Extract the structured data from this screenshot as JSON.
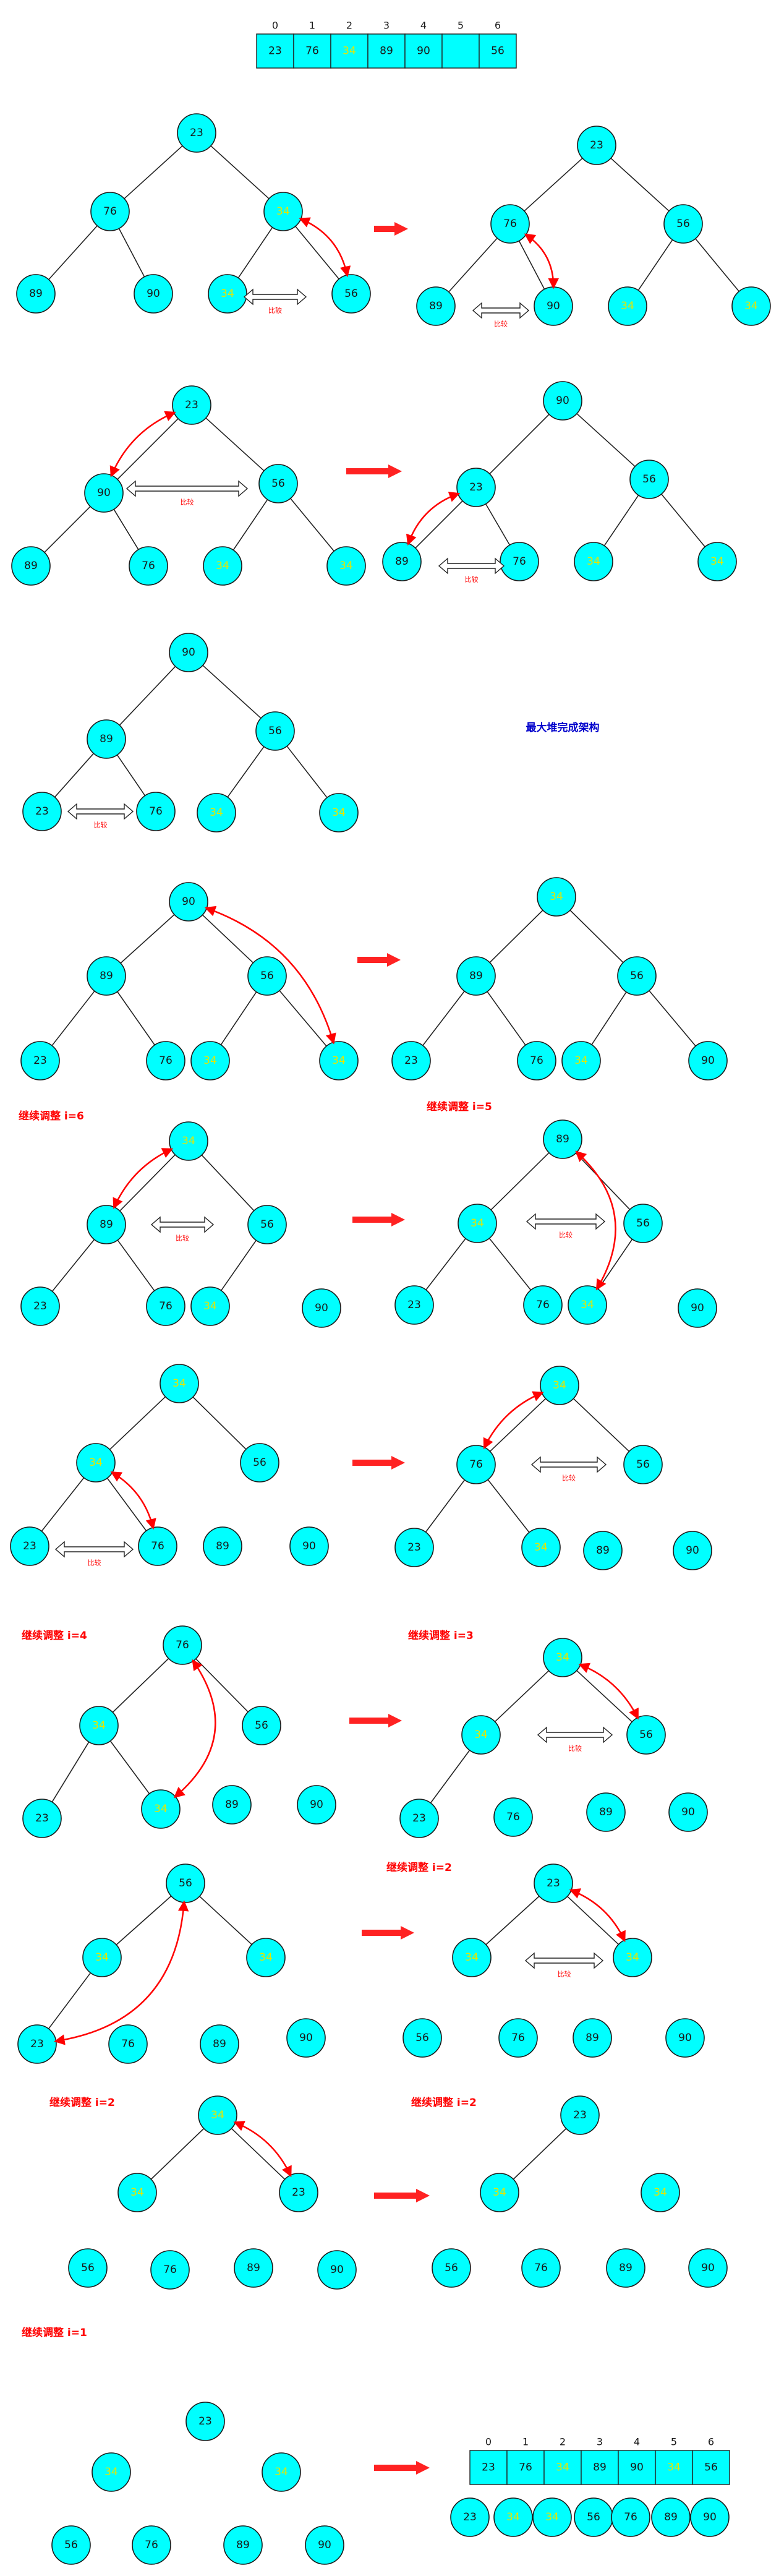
{
  "title_array": {
    "indices": [
      "0",
      "1",
      "2",
      "3",
      "4",
      "5",
      "6"
    ],
    "cells": [
      "23",
      "76",
      "34",
      "89",
      "90",
      "",
      "56"
    ],
    "highlight": [
      2
    ]
  },
  "compare_label": "比较",
  "steps": [
    {
      "nodes": [
        {
          "id": "a",
          "v": "23"
        },
        {
          "id": "b",
          "v": "76"
        },
        {
          "id": "c",
          "v": "34",
          "hl": true
        },
        {
          "id": "d",
          "v": "89"
        },
        {
          "id": "e",
          "v": "90"
        },
        {
          "id": "f",
          "v": "34",
          "hl": true
        },
        {
          "id": "g",
          "v": "56"
        }
      ]
    }
  ],
  "trees": [
    {
      "nodes": [
        "23",
        "76",
        "34",
        "89",
        "90",
        "34",
        "56"
      ],
      "hl": [
        2,
        5
      ]
    },
    {
      "nodes": [
        "23",
        "76",
        "56",
        "89",
        "90",
        "34",
        "34"
      ],
      "hl": [
        5,
        6
      ]
    },
    {
      "nodes": [
        "23",
        "90",
        "56",
        "89",
        "76",
        "34",
        "34"
      ],
      "hl": [
        5,
        6
      ]
    },
    {
      "nodes": [
        "90",
        "23",
        "56",
        "89",
        "76",
        "34",
        "34"
      ],
      "hl": [
        5,
        6
      ]
    },
    {
      "nodes": [
        "90",
        "89",
        "56",
        "23",
        "76",
        "34",
        "34"
      ],
      "hl": [
        5,
        6
      ]
    },
    {
      "nodes": [
        "90",
        "89",
        "56",
        "23",
        "76",
        "34",
        "34"
      ],
      "hl": [
        5,
        6
      ]
    },
    {
      "nodes": [
        "34",
        "89",
        "56",
        "23",
        "76",
        "34",
        "90"
      ],
      "hl": [
        0,
        5
      ]
    },
    {
      "nodes": [
        "34",
        "89",
        "56",
        "23",
        "76",
        "34",
        "90"
      ],
      "hl": [
        0,
        5
      ]
    },
    {
      "nodes": [
        "89",
        "34",
        "56",
        "23",
        "76",
        "34",
        "90"
      ],
      "hl": [
        1,
        5
      ]
    },
    {
      "nodes": [
        "34",
        "34",
        "56",
        "23",
        "76",
        "89",
        "90"
      ],
      "hl": [
        0,
        1
      ]
    },
    {
      "nodes": [
        "34",
        "76",
        "56",
        "23",
        "34",
        "89",
        "90"
      ],
      "hl": [
        0,
        4
      ]
    },
    {
      "nodes": [
        "76",
        "34",
        "56",
        "23",
        "34",
        "89",
        "90"
      ],
      "hl": [
        1,
        4
      ]
    },
    {
      "nodes": [
        "34",
        "34",
        "56",
        "23",
        "76",
        "89",
        "90"
      ],
      "hl": [
        0,
        1
      ]
    },
    {
      "nodes": [
        "56",
        "34",
        "34",
        "23",
        "76",
        "89",
        "90"
      ],
      "hl": [
        1,
        2
      ]
    },
    {
      "nodes": [
        "23",
        "34",
        "34",
        "56",
        "76",
        "89",
        "90"
      ],
      "hl": [
        1,
        2
      ]
    },
    {
      "nodes": [
        "34",
        "34",
        "23",
        "56",
        "76",
        "89",
        "90"
      ],
      "hl": [
        0,
        1
      ]
    },
    {
      "nodes": [
        "23",
        "34",
        "34",
        "56",
        "76",
        "89",
        "90"
      ],
      "hl": [
        1,
        2
      ]
    },
    {
      "nodes": [
        "23",
        "34",
        "34",
        "56",
        "76",
        "89",
        "90"
      ],
      "hl": [
        1,
        2
      ]
    }
  ],
  "heading_build_done": "最大堆完成架构",
  "labels": {
    "i6": "继续调整 i=6",
    "i5": "继续调整 i=5",
    "i4": "继续调整 i=4",
    "i3": "继续调整 i=3",
    "i2a": "继续调整 i=2",
    "i2b": "继续调整 i=2",
    "i2c": "继续调整 i=2",
    "i1": "继续调整 i=1"
  },
  "final_array": {
    "indices": [
      "0",
      "1",
      "2",
      "3",
      "4",
      "5",
      "6"
    ],
    "cells": [
      "23",
      "76",
      "34",
      "89",
      "90",
      "34",
      "56"
    ],
    "highlight": [
      2,
      5
    ]
  },
  "sorted_row": {
    "values": [
      "23",
      "34",
      "34",
      "56",
      "76",
      "89",
      "90"
    ],
    "highlight": [
      1,
      2
    ]
  },
  "colors": {
    "node_fill": "#00ffff",
    "node_stroke": "#1a1a1a",
    "highlight_text": "#e6e600",
    "arrow_red": "#ff0000",
    "label_red": "#ff0000",
    "heading_blue": "#0000cc"
  }
}
